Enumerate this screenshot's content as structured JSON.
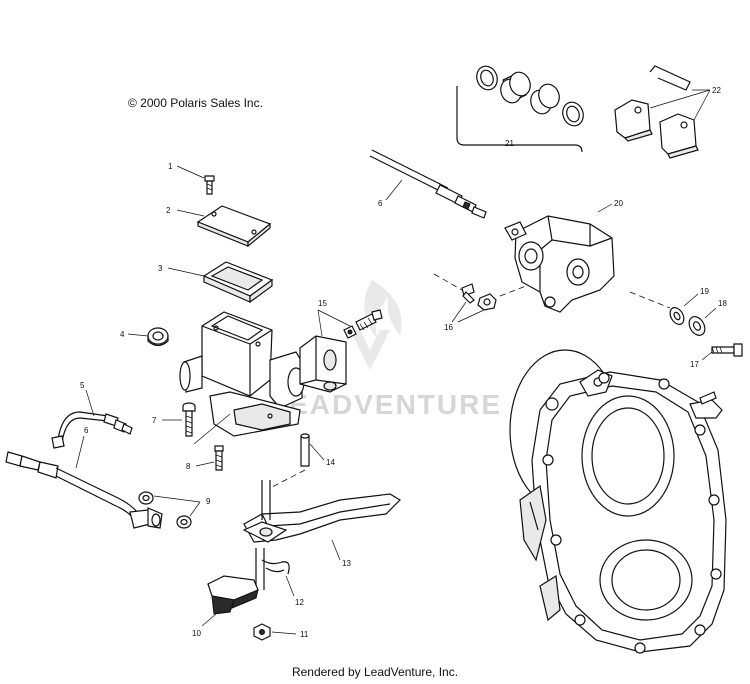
{
  "copyright": "© 2000 Polaris Sales Inc.",
  "footer": "Rendered by LeadVenture, Inc.",
  "watermark": "LEADVENTURE",
  "callouts": {
    "c1": "1",
    "c2": "2",
    "c3": "3",
    "c4": "4",
    "c5": "5",
    "c6a": "6",
    "c6b": "6",
    "c7": "7",
    "c8": "8",
    "c9": "9",
    "c10": "10",
    "c11": "11",
    "c12": "12",
    "c13": "13",
    "c14": "14",
    "c15": "15",
    "c16": "16",
    "c17": "17",
    "c18": "18",
    "c19": "19",
    "c20": "20",
    "c21": "21",
    "c22": "22"
  }
}
